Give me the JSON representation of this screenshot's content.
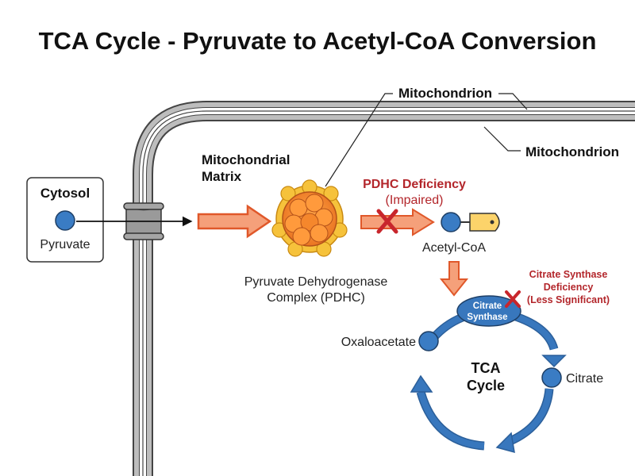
{
  "title": "TCA Cycle - Pyruvate to Acetyl-CoA Conversion",
  "labels": {
    "mitochondrion_top": "Mitochondrion",
    "mitochondrion_right": "Mitochondrion",
    "matrix_line1": "Mitochondrial",
    "matrix_line2": "Matrix",
    "cytosol": "Cytosol",
    "pyruvate": "Pyruvate",
    "pdhc_line1": "Pyruvate Dehydrogenase",
    "pdhc_line2": "Complex (PDHC)",
    "pdhc_deficiency": "PDHC Deficiency",
    "pdhc_impaired": "(Impaired)",
    "acetyl_coa": "Acetyl-CoA",
    "cs_def_line1": "Citrate Synthase",
    "cs_def_line2": "Deficiency",
    "cs_def_line3": "(Less Significant)",
    "enzyme_line1": "Citrate",
    "enzyme_line2": "Synthase",
    "oxaloacetate": "Oxaloacetate",
    "citrate": "Citrate",
    "tca_line1": "TCA",
    "tca_line2": "Cycle"
  },
  "colors": {
    "membrane": "#b9b9b9",
    "membrane_outline": "#444444",
    "metabolite_blue": "#3a7cc4",
    "cycle_blue": "#3877bd",
    "arrow_orange": "#f08a4b",
    "inhibition_red": "#c8262c",
    "coa_tag": "#fcd36a"
  }
}
